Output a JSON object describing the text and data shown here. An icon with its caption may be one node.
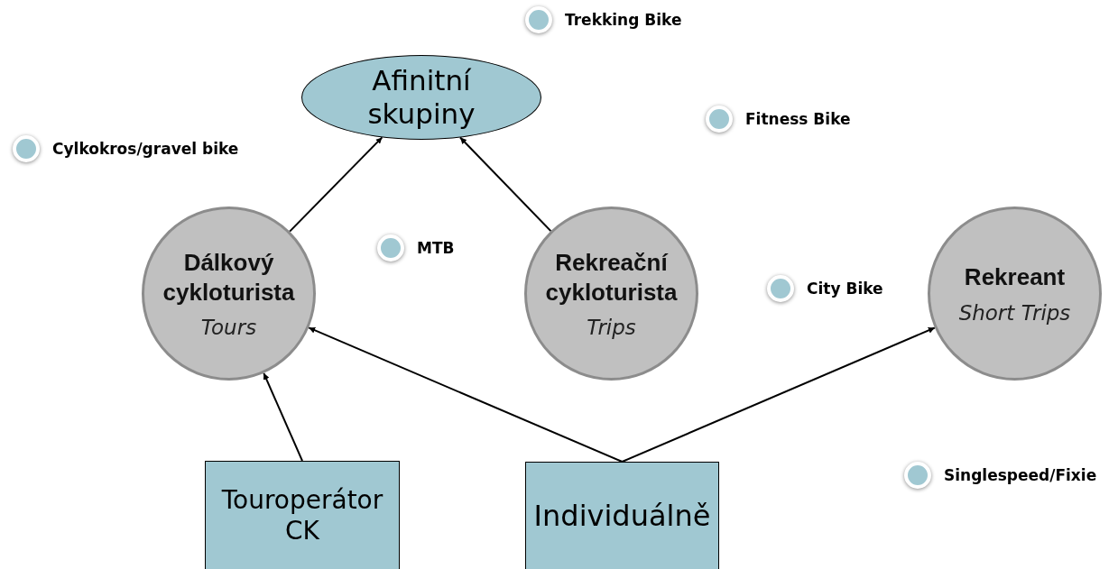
{
  "diagram": {
    "nodes": [
      {
        "text": [
          "Afinitní skupiny"
        ]
      },
      {
        "text": [
          "Dálkový cykloturista",
          "Tours"
        ]
      },
      {
        "text": [
          "Rekreační cykloturista",
          "Trips"
        ]
      },
      {
        "text": [
          "Rekreant",
          "Short Trips"
        ]
      },
      {
        "text": [
          "Touroperátor CK"
        ]
      },
      {
        "text": [
          "Individuálně"
        ]
      }
    ],
    "edges": [
      {
        "from": 1,
        "to": 0,
        "arrow": "to"
      },
      {
        "from": 2,
        "to": 0,
        "arrow": "to"
      },
      {
        "from": 4,
        "to": 1,
        "arrow": "to"
      },
      {
        "from": 5,
        "to": 1,
        "arrow": "to"
      },
      {
        "from": 5,
        "to": 3,
        "arrow": "to"
      }
    ],
    "labels": [
      "Trekking Bike",
      "Fitness Bike",
      "Cylkokros/gravel bike",
      "MTB",
      "City Bike",
      "Singlespeed/Fixie"
    ]
  }
}
